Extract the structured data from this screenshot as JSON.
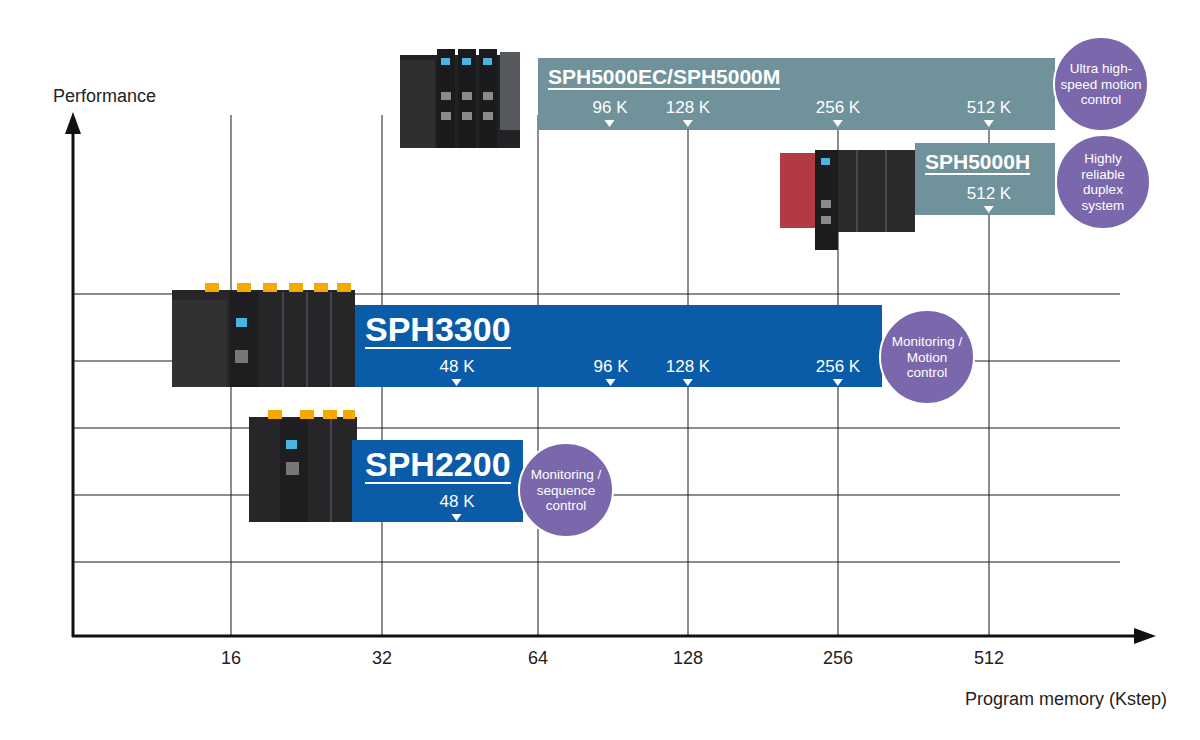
{
  "diagram": {
    "nodes": [
      {
        "text": [
          "SPH5000EC/SPH5000M",
          "96 K",
          "128 K",
          "256 K",
          "512 K"
        ]
      },
      {
        "text": [
          "Ultra high-speed motion control"
        ]
      },
      {
        "text": [
          "SPH5000H",
          "512 K"
        ]
      },
      {
        "text": [
          "Highly reliable duplex system"
        ]
      },
      {
        "text": [
          "SPH3300",
          "48 K",
          "96 K",
          "128 K",
          "256 K"
        ]
      },
      {
        "text": [
          "Monitoring / Motion control"
        ]
      },
      {
        "text": [
          "SPH2200",
          "48 K"
        ]
      },
      {
        "text": [
          "Monitoring / sequence control"
        ]
      }
    ],
    "labels": [
      "Performance",
      "16",
      "32",
      "64",
      "128",
      "256",
      "512",
      "Program memory (Kstep)"
    ]
  }
}
